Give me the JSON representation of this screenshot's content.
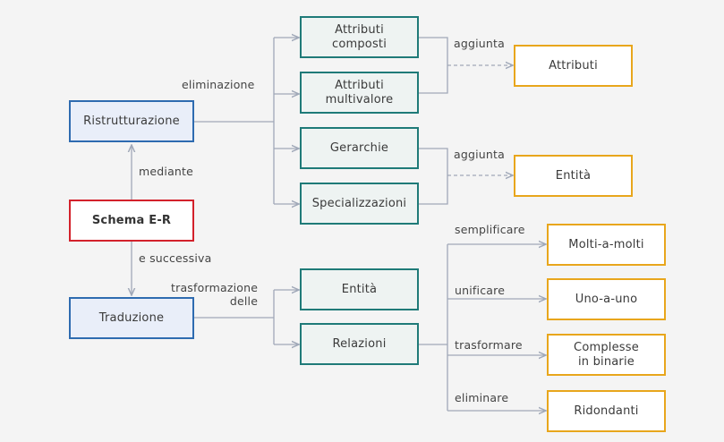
{
  "colors": {
    "background": "#f4f4f4",
    "line": "#a0a8b8",
    "blue_border": "#2e6bb0",
    "blue_fill": "#e9eef9",
    "red_border": "#d3212b",
    "teal_border": "#1f7a78",
    "orange_border": "#e8a61c"
  },
  "nodes": {
    "ristrutturazione": "Ristrutturazione",
    "schema": "Schema E-R",
    "traduzione": "Traduzione",
    "attributi_composti": "Attributi\ncomposti",
    "attributi_multivalore": "Attributi\nmultivalore",
    "gerarchie": "Gerarchie",
    "specializzazioni": "Specializzazioni",
    "attributi": "Attributi",
    "entita_top": "Entità",
    "entita": "Entità",
    "relazioni": "Relazioni",
    "molti_a_molti": "Molti-a-molti",
    "uno_a_uno": "Uno-a-uno",
    "complesse": "Complesse\nin binarie",
    "ridondanti": "Ridondanti"
  },
  "labels": {
    "eliminazione": "eliminazione",
    "mediante": "mediante",
    "e_successiva": "e successiva",
    "trasformazione": "trasformazione\ndelle",
    "aggiunta_1": "aggiunta",
    "aggiunta_2": "aggiunta",
    "semplificare": "semplificare",
    "unificare": "unificare",
    "trasformare": "trasformare",
    "eliminare": "eliminare"
  }
}
